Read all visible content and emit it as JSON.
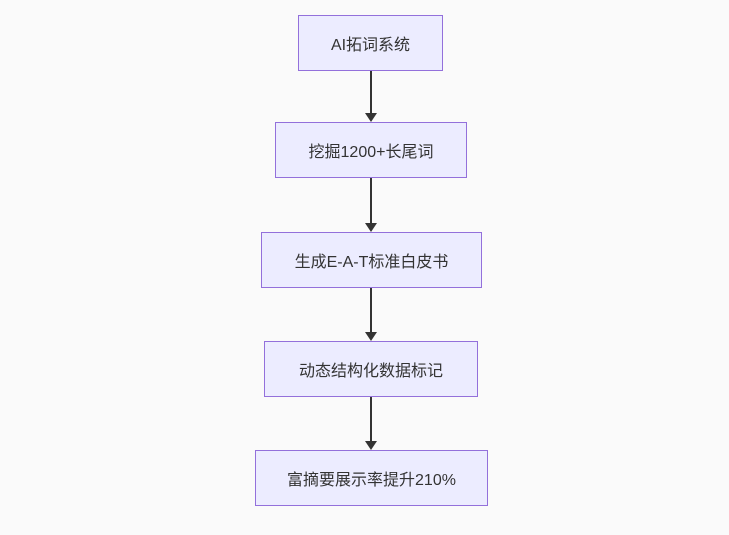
{
  "page": {
    "background": "#fafafa"
  },
  "flowchart": {
    "type": "flowchart",
    "direction": "top-to-bottom",
    "colors": {
      "node_fill": "#ECECFF",
      "node_border": "#9370DB",
      "edge": "#333333",
      "text": "#333333",
      "background": "#fafafa"
    },
    "nodes": [
      {
        "id": "A",
        "label": "AI拓词系统"
      },
      {
        "id": "B",
        "label": "挖掘1200+长尾词"
      },
      {
        "id": "C",
        "label": "生成E-A-T标准白皮书"
      },
      {
        "id": "D",
        "label": "动态结构化数据标记"
      },
      {
        "id": "E",
        "label": "富摘要展示率提升210%"
      }
    ],
    "edges": [
      {
        "from": "A",
        "to": "B"
      },
      {
        "from": "B",
        "to": "C"
      },
      {
        "from": "C",
        "to": "D"
      },
      {
        "from": "D",
        "to": "E"
      }
    ]
  }
}
